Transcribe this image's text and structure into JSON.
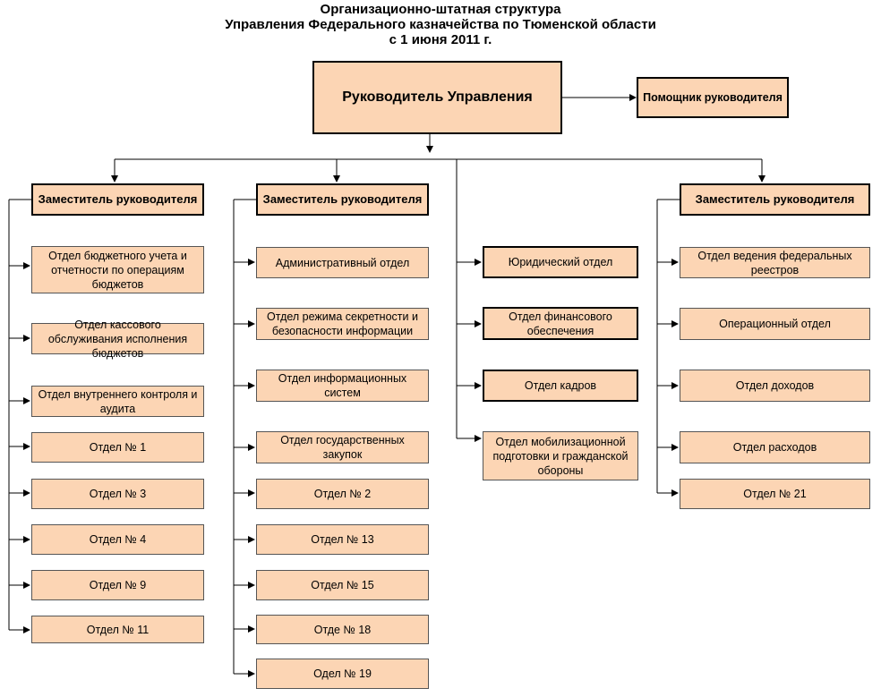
{
  "title": {
    "line1": "Организационно-штатная структура",
    "line2": "Управления Федерального казначейства по Тюменской области",
    "line3": "с 1 июня  2011  г."
  },
  "head": "Руководитель Управления",
  "assistant": "Помощник руководителя",
  "col1": {
    "deputy": "Заместитель руководителя",
    "items": [
      "Отдел бюджетного учета и отчетности по операциям бюджетов",
      "Отдел кассового обслуживания исполнения бюджетов",
      "Отдел внутреннего контроля и аудита",
      "Отдел № 1",
      "Отдел № 3",
      "Отдел № 4",
      "Отдел № 9",
      "Отдел № 11"
    ]
  },
  "col2": {
    "deputy": "Заместитель руководителя",
    "items": [
      "Административный отдел",
      "Отдел режима секретности и безопасности информации",
      "Отдел информационных систем",
      "Отдел государственных закупок",
      "Отдел № 2",
      "Отдел № 13",
      "Отдел № 15",
      "Отде № 18",
      "Одел № 19"
    ]
  },
  "col3": {
    "items": [
      "Юридический отдел",
      "Отдел финансового обеспечения",
      "Отдел кадров",
      "Отдел мобилизационной подготовки и гражданской обороны"
    ]
  },
  "col4": {
    "deputy": "Заместитель руководителя",
    "items": [
      "Отдел ведения федеральных реестров",
      "Операционный отдел",
      "Отдел доходов",
      "Отдел расходов",
      "Отдел № 21"
    ]
  }
}
